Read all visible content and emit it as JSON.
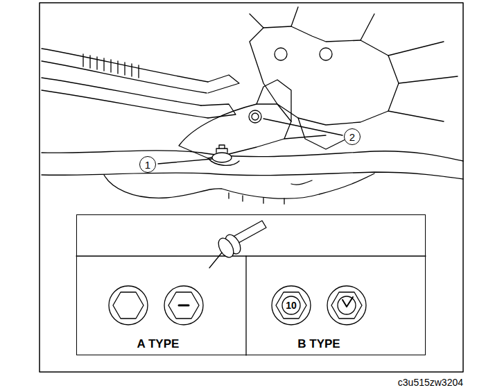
{
  "diagram": {
    "nodes": [
      {
        "text": [
          "1"
        ]
      },
      {
        "text": [
          "2"
        ]
      },
      {
        "text": [
          "A TYPE",
          "B TYPE"
        ]
      }
    ],
    "labels": [
      "10",
      "c3u515zw3204"
    ]
  }
}
